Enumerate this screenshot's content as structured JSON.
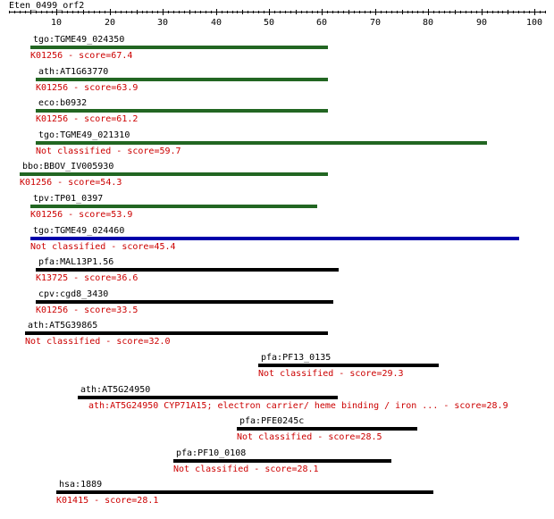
{
  "query": {
    "name": "Eten_0499_orf2"
  },
  "scale": {
    "min": 1,
    "max": 102,
    "ticks": [
      10,
      20,
      30,
      40,
      50,
      60,
      70,
      80,
      90,
      100
    ]
  },
  "colors": {
    "score_text": "#cc0000",
    "bar_green": "#226622",
    "bar_blue": "#0000aa",
    "bar_black": "#000000",
    "name_text": "#000000"
  },
  "hits": [
    {
      "name": "tgo:TGME49_024350",
      "desc": "K01256 - score=67.4",
      "start": 5,
      "end": 61,
      "color": "bar_green"
    },
    {
      "name": "ath:AT1G63770",
      "desc": "K01256 - score=63.9",
      "start": 6,
      "end": 61,
      "color": "bar_green"
    },
    {
      "name": "eco:b0932",
      "desc": "K01256 - score=61.2",
      "start": 6,
      "end": 61,
      "color": "bar_green"
    },
    {
      "name": "tgo:TGME49_021310",
      "desc": "Not classified - score=59.7",
      "start": 6,
      "end": 91,
      "color": "bar_green"
    },
    {
      "name": "bbo:BBOV_IV005930",
      "desc": "K01256 - score=54.3",
      "start": 3,
      "end": 61,
      "color": "bar_green"
    },
    {
      "name": "tpv:TP01_0397",
      "desc": "K01256 - score=53.9",
      "start": 5,
      "end": 59,
      "color": "bar_green"
    },
    {
      "name": "tgo:TGME49_024460",
      "desc": "Not classified - score=45.4",
      "start": 5,
      "end": 97,
      "color": "bar_blue"
    },
    {
      "name": "pfa:MAL13P1.56",
      "desc": "K13725 - score=36.6",
      "start": 6,
      "end": 63,
      "color": "bar_black"
    },
    {
      "name": "cpv:cgd8_3430",
      "desc": "K01256 - score=33.5",
      "start": 6,
      "end": 62,
      "color": "bar_black"
    },
    {
      "name": "ath:AT5G39865",
      "desc": "Not classified - score=32.0",
      "start": 4,
      "end": 61,
      "color": "bar_black"
    },
    {
      "name": "pfa:PF13_0135",
      "desc": "Not classified - score=29.3",
      "start": 48,
      "end": 82,
      "color": "bar_black"
    },
    {
      "name": "ath:AT5G24950",
      "desc": "ath:AT5G24950  CYP71A15; electron carrier/ heme binding / iron ... - score=28.9",
      "start": 14,
      "end": 63,
      "color": "bar_black"
    },
    {
      "name": "pfa:PFE0245c",
      "desc": "Not classified - score=28.5",
      "start": 44,
      "end": 78,
      "color": "bar_black"
    },
    {
      "name": "pfa:PF10_0108",
      "desc": "Not classified - score=28.1",
      "start": 32,
      "end": 73,
      "color": "bar_black"
    },
    {
      "name": "hsa:1889",
      "desc": "K01415 - score=28.1",
      "start": 10,
      "end": 81,
      "color": "bar_black"
    }
  ]
}
